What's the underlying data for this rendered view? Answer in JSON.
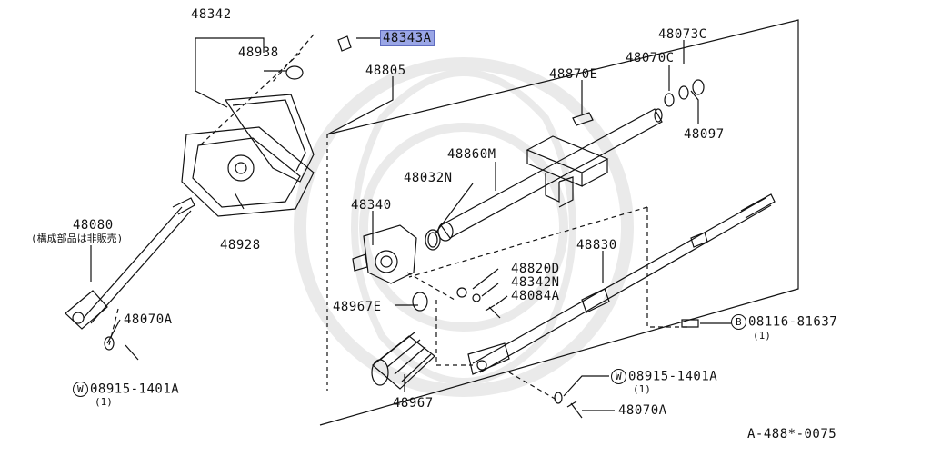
{
  "parts": {
    "p48342": "48342",
    "p48938": "48938",
    "p48343A": "48343A",
    "p48805": "48805",
    "p48073C": "48073C",
    "p48070C": "48070C",
    "p48870E": "48870E",
    "p48097": "48097",
    "p48860M": "48860M",
    "p48032N": "48032N",
    "p48340": "48340",
    "p48928": "48928",
    "p48080": "48080",
    "p48080_note": "(構成部品は非販売)",
    "p48830": "48830",
    "p48820D": "48820D",
    "p48342N": "48342N",
    "p48084A": "48084A",
    "p48967E": "48967E",
    "p48070A_left": "48070A",
    "p48070A_right": "48070A",
    "p48967": "48967",
    "bolt_b": {
      "symbol": "B",
      "number": "08116-81637",
      "qty": "(1)"
    },
    "washer_w_left": {
      "symbol": "W",
      "number": "08915-1401A",
      "qty": "(1)"
    },
    "washer_w_right": {
      "symbol": "W",
      "number": "08915-1401A",
      "qty": "(1)"
    }
  },
  "diagram_id": "A-488*-0075",
  "highlight_color": "#9aa6e6"
}
